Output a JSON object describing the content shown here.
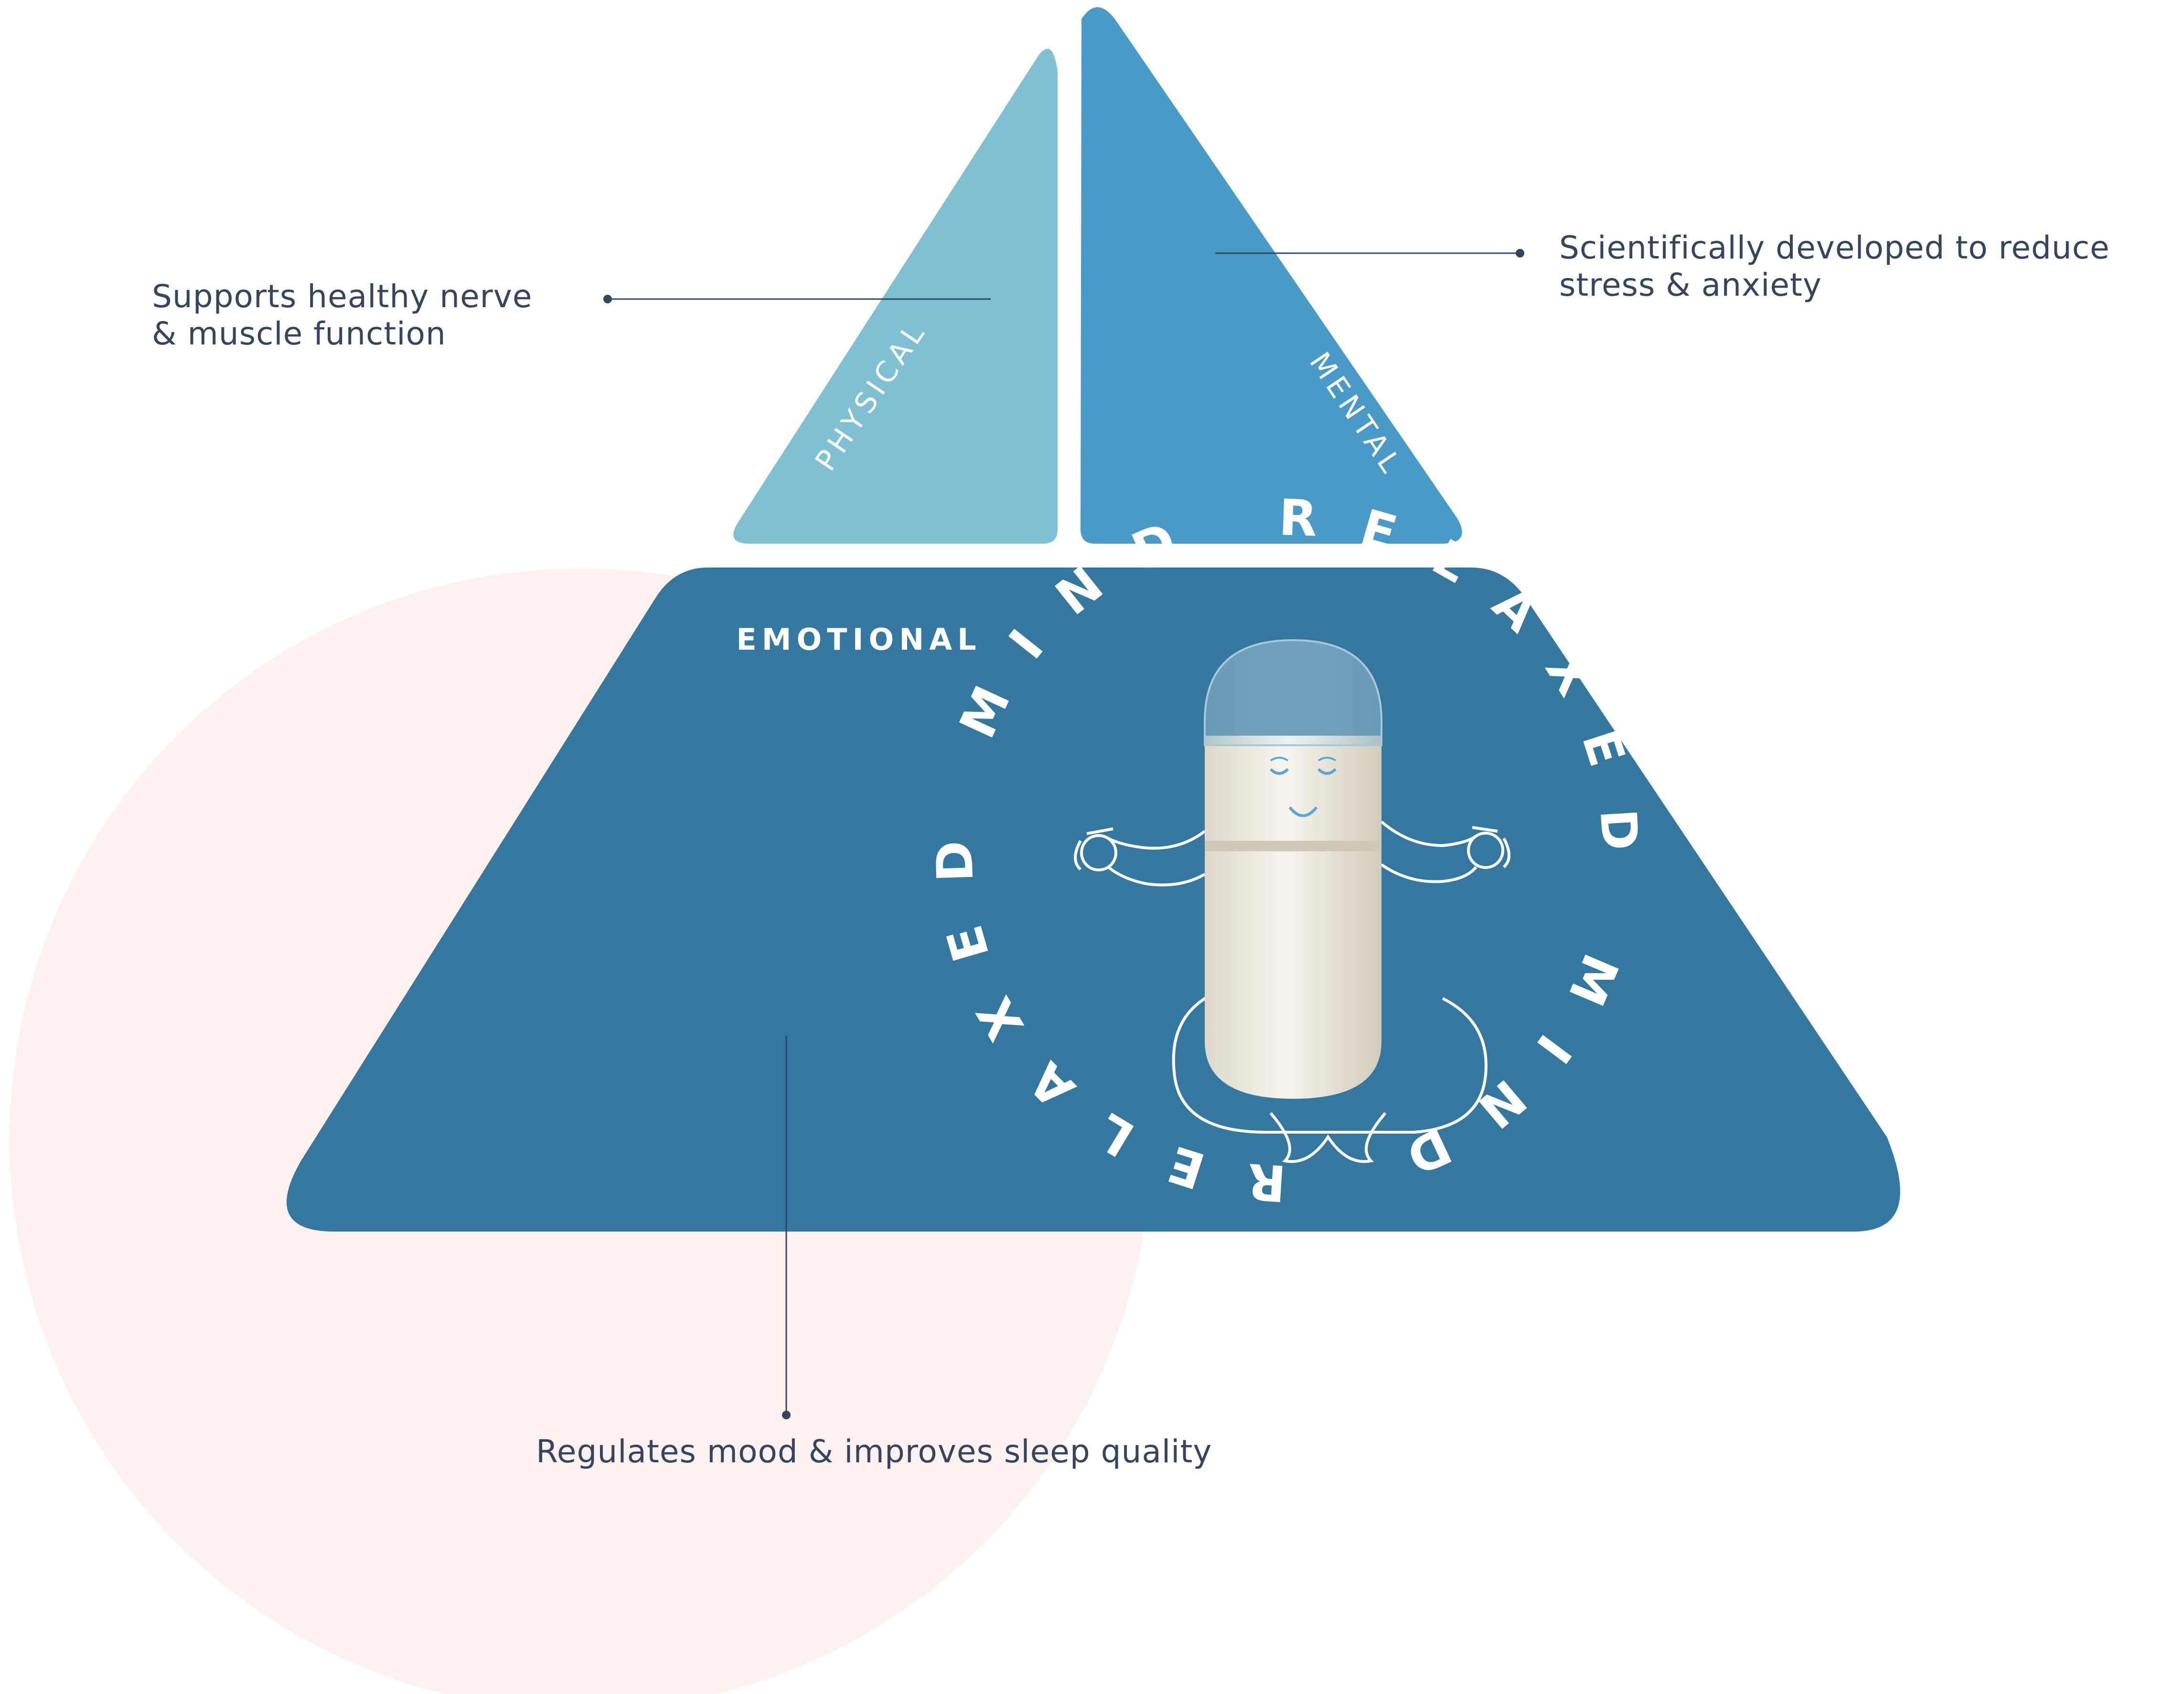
{
  "labels": {
    "physical": "PHYSICAL",
    "mental": "MENTAL",
    "emotional": "EMOTIONAL"
  },
  "callouts": {
    "physical": [
      "Supports healthy nerve",
      "& muscle function"
    ],
    "mental": [
      "Scientifically developed to reduce",
      "stress & anxiety"
    ],
    "emotional": [
      "Regulates mood & improves sleep quality"
    ]
  },
  "badge": {
    "ring_text": "RELAXED MIND RELAXED MIND",
    "icon": "meditating-capsule-icon"
  },
  "colors": {
    "physical": "#7fc0d4",
    "mental": "#4a9ac8",
    "emotional": "#35789f",
    "background_circle": "#fcf1ee",
    "callout_text": "#33455f",
    "leader_line": "#33455f"
  }
}
